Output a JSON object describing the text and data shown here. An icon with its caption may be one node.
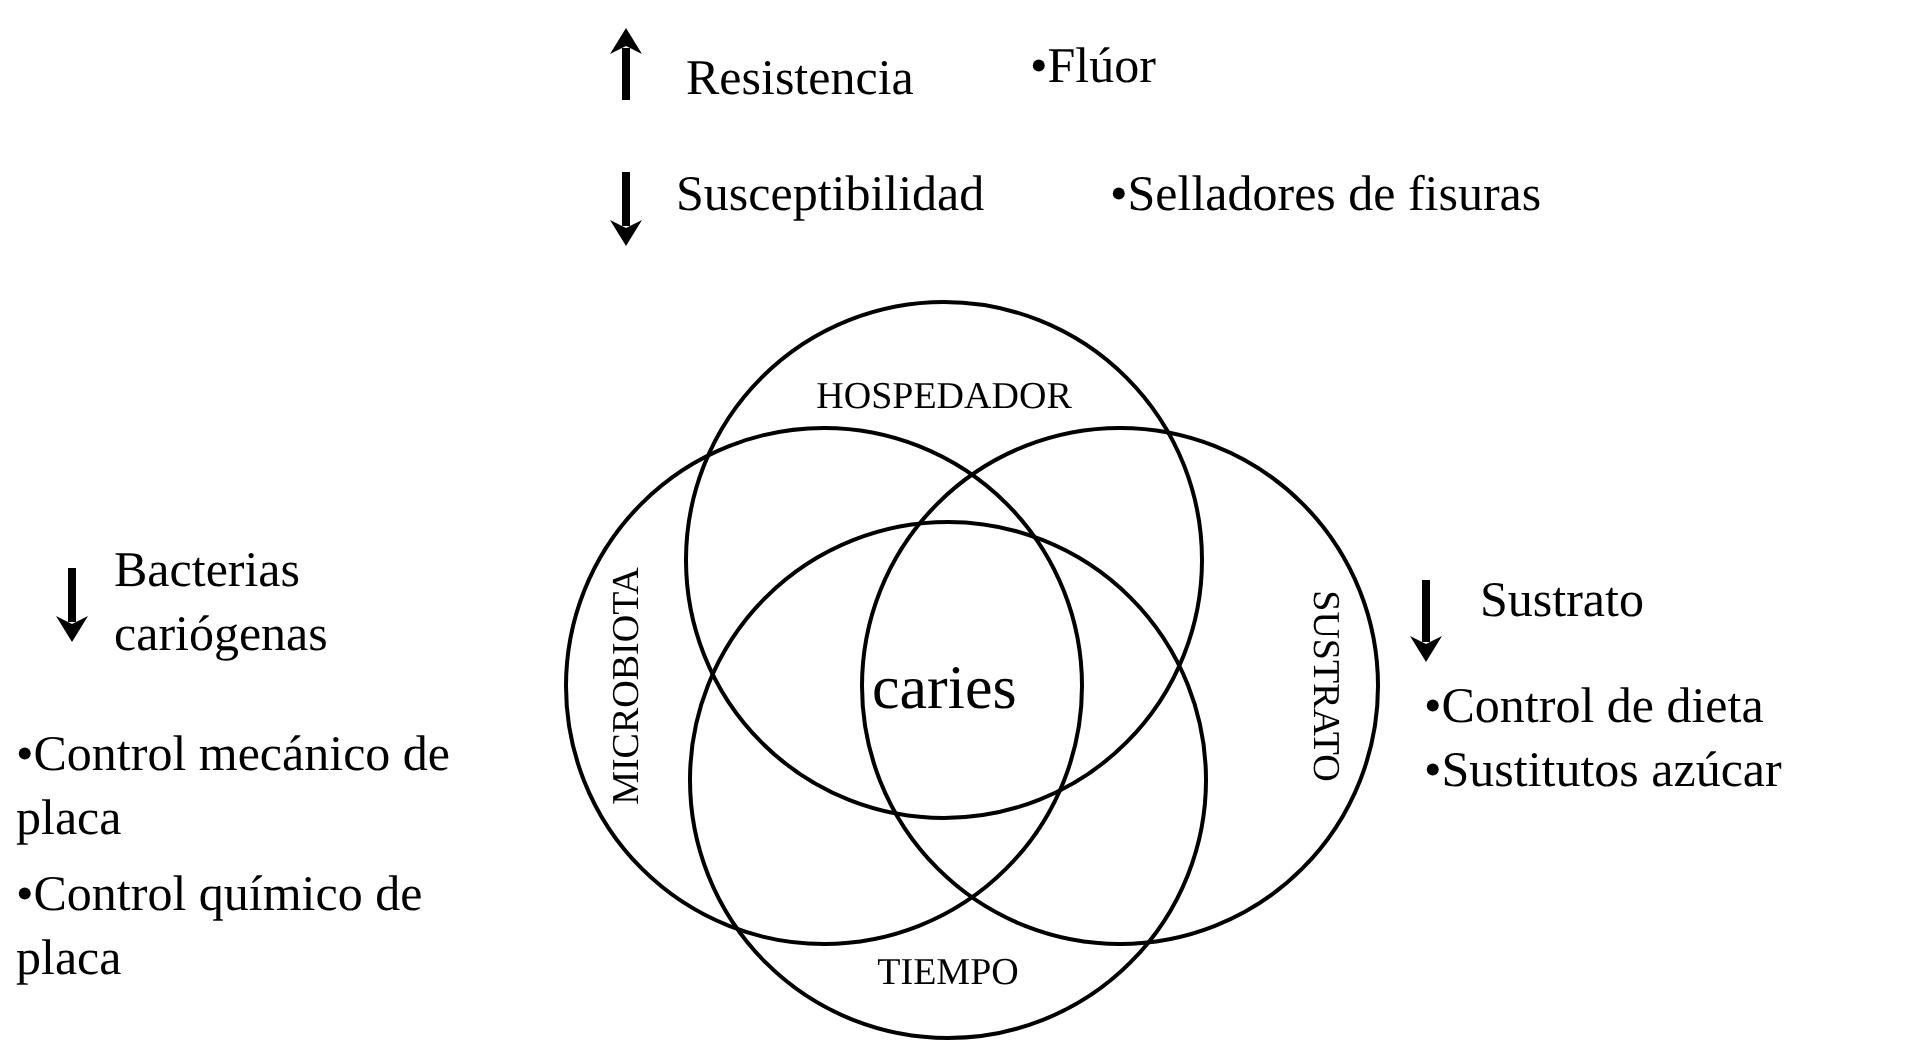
{
  "diagram": {
    "nodes": [
      {
        "text": [
          "HOSPEDADOR"
        ]
      },
      {
        "text": [
          "MICROBIOTA"
        ]
      },
      {
        "text": [
          "SUSTRATO"
        ]
      },
      {
        "text": [
          "TIEMPO"
        ]
      }
    ],
    "labels": [
      "Resistencia",
      "•Flúor",
      "Susceptibilidad",
      "•Selladores de fisuras",
      "caries",
      "Bacterias cariógenas",
      "•Control mecánico de placa",
      "•Control químico de placa",
      "Sustrato",
      "•Control de dieta",
      "•Sustitutos azúcar"
    ]
  }
}
